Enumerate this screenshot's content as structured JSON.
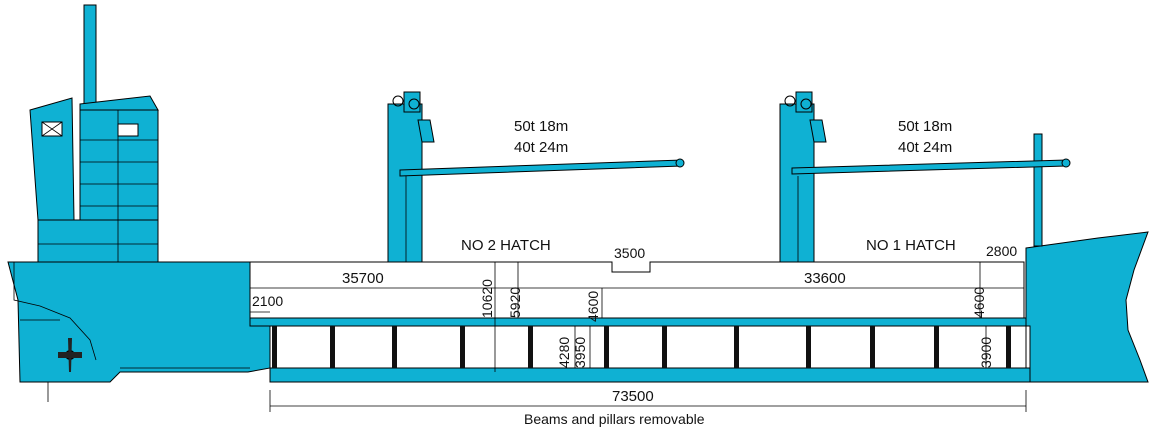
{
  "colors": {
    "hull": "#0fb1d3",
    "line": "#000000",
    "background": "#ffffff"
  },
  "cranes": [
    {
      "capacity_line1": "50t  18m",
      "capacity_line2": "40t  24m"
    },
    {
      "capacity_line1": "50t  18m",
      "capacity_line2": "40t  24m"
    }
  ],
  "hatches": {
    "no2": "NO 2 HATCH",
    "no1": "NO 1 HATCH"
  },
  "dimensions": {
    "hold2_length": "35700",
    "hold1_length": "33600",
    "step_3500": "3500",
    "step_2800": "2800",
    "aft_2100": "2100",
    "h_10620": "10620",
    "h_5920": "5920",
    "h_4600_mid": "4600",
    "h_4600_fwd": "4600",
    "h_4280": "4280",
    "h_3950": "3950",
    "h_3900": "3900",
    "total_length": "73500"
  },
  "note": "Beams and pillars removable",
  "icons": [
    "ship-hull-icon",
    "propeller-icon",
    "crane-icon"
  ]
}
